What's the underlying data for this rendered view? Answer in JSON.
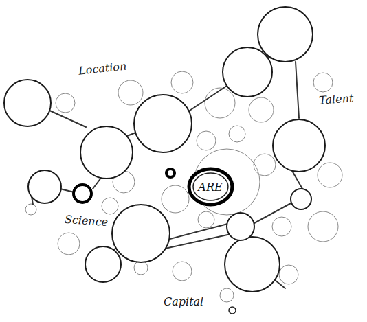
{
  "diagram": {
    "nodes": [
      {
        "text": [
          "ARE"
        ]
      }
    ],
    "labels": [
      "Location",
      "Talent",
      "Science",
      "Capital"
    ]
  }
}
